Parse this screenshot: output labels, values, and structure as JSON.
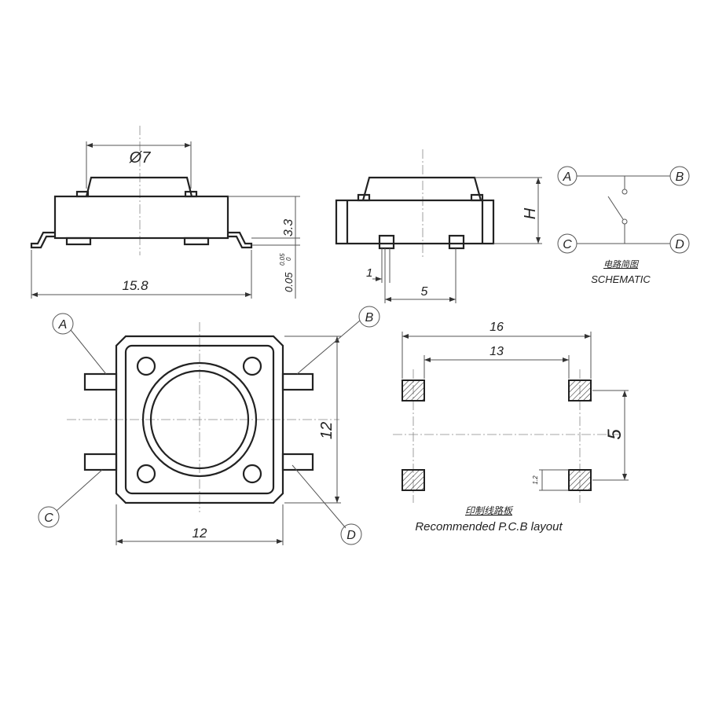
{
  "side_view": {
    "diameter": "Ø7",
    "length": "15.8",
    "height": "3.3",
    "tolerance": "0.05",
    "tol_plus": "0.05",
    "tol_minus": "0"
  },
  "front_view": {
    "height": "H",
    "lead_width": "1",
    "lead_pitch": "5"
  },
  "schematic": {
    "pins": [
      "A",
      "B",
      "C",
      "D"
    ],
    "title_cn": "电路简图",
    "title": "SCHEMATIC"
  },
  "top_view": {
    "pins": [
      "A",
      "B",
      "C",
      "D"
    ],
    "width": "12",
    "depth": "12"
  },
  "pcb_layout": {
    "outer_span": "16",
    "inner_span": "13",
    "pitch": "5",
    "pad_size": "1.2",
    "title_cn": "印制线路板",
    "title": "Recommended P.C.B layout"
  }
}
